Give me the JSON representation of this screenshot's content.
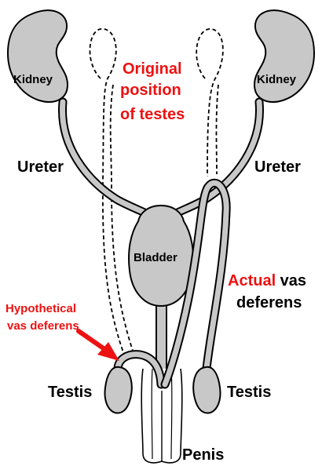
{
  "labels": {
    "kidney_left": "Kidney",
    "kidney_right": "Kidney",
    "ureter_left": "Ureter",
    "ureter_right": "Ureter",
    "original_line1": "Original",
    "original_line2": "position",
    "original_line3": "of testes",
    "bladder": "Bladder",
    "actual_red": "Actual",
    "actual_rest": " vas",
    "actual_line2": "deferens",
    "hypothetical_line1": "Hypothetical",
    "hypothetical_line2": "vas deferens",
    "testis_left": "Testis",
    "testis_right": "Testis",
    "penis": "Penis"
  },
  "colors": {
    "organ_fill": "#c8c8c8",
    "outline": "#000000",
    "highlight_text": "#ee1111",
    "arrow": "#ee1111"
  }
}
